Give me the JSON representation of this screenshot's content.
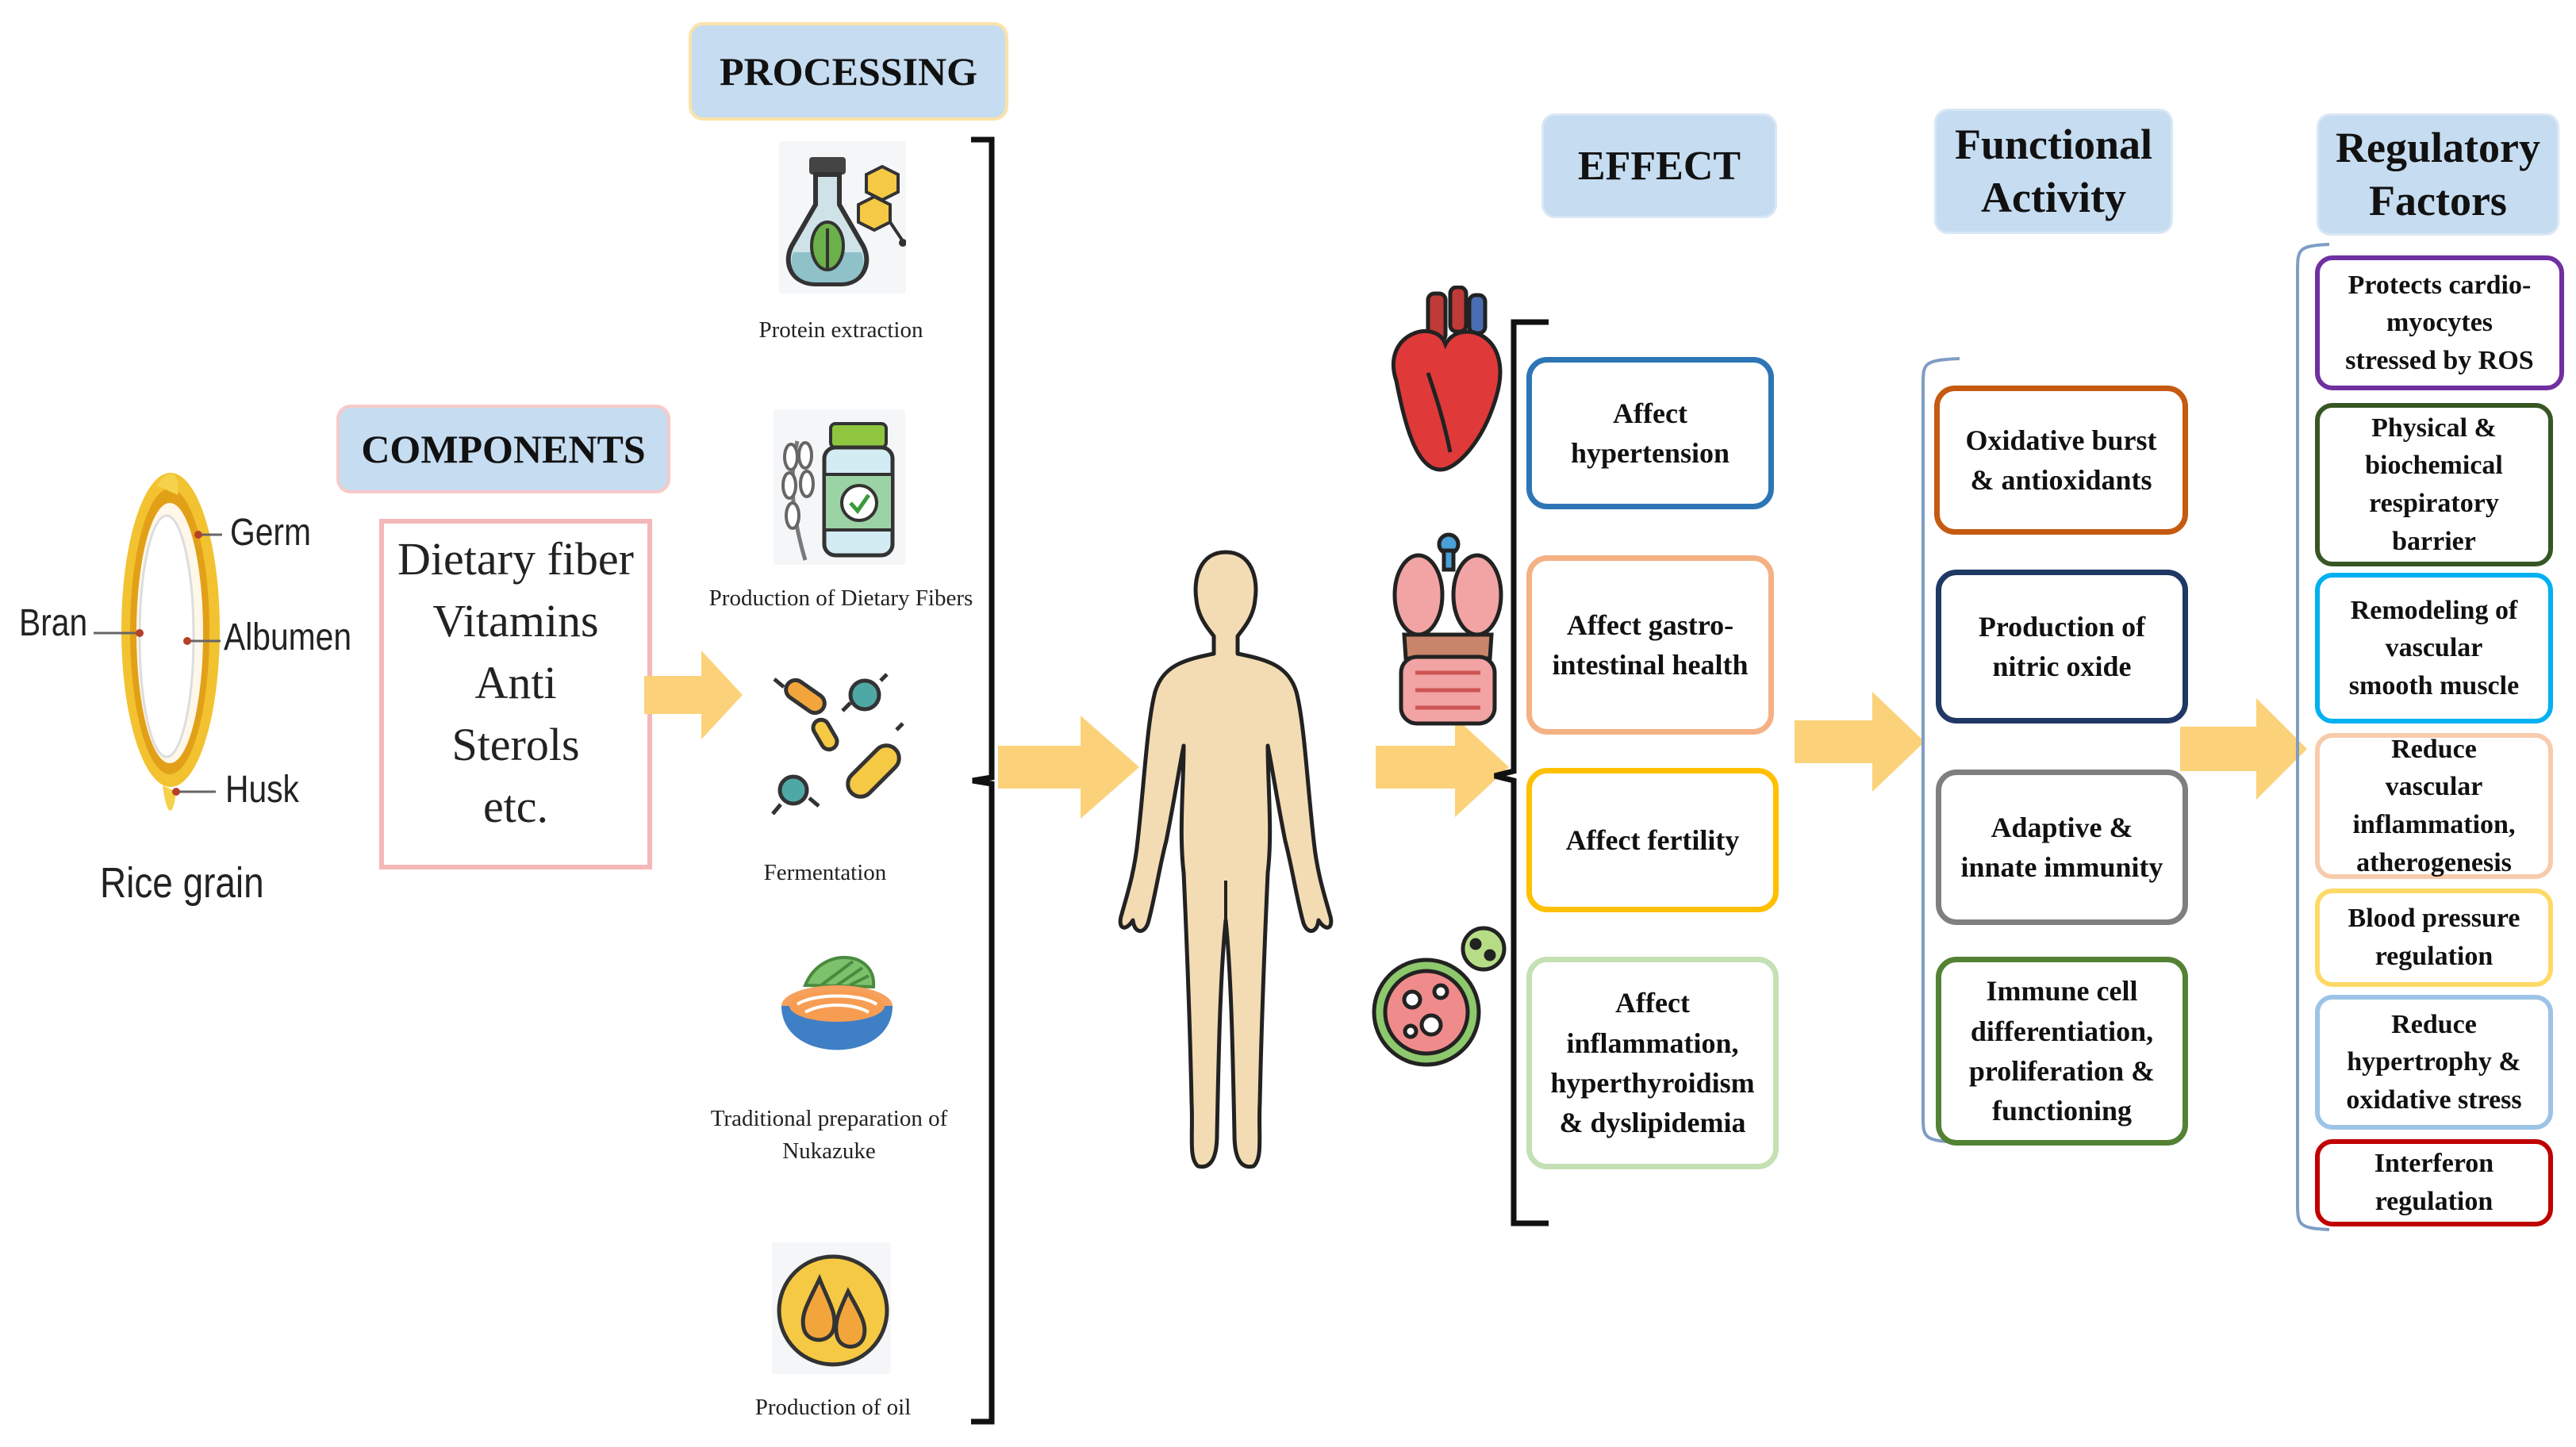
{
  "headers": {
    "processing": "PROCESSING",
    "components": "COMPONENTS",
    "effect": "EFFECT",
    "functional": "Functional\nActivity",
    "regulatory": "Regulatory\nFactors"
  },
  "rice": {
    "title": "Rice grain",
    "labels": {
      "bran": "Bran",
      "germ": "Germ",
      "albumen": "Albumen",
      "husk": "Husk"
    }
  },
  "components": [
    "Dietary fiber",
    "Vitamins",
    "Anti",
    "Sterols",
    "etc."
  ],
  "processing": [
    {
      "label": "Protein extraction",
      "icon": "flask-icon"
    },
    {
      "label": "Production of Dietary Fibers",
      "icon": "fiber-jar-icon"
    },
    {
      "label": "Fermentation",
      "icon": "bacteria-icon"
    },
    {
      "label": "Traditional preparation of\nNukazuke",
      "icon": "food-bowl-icon"
    },
    {
      "label": "Production of oil",
      "icon": "oil-drop-icon"
    }
  ],
  "effects": [
    {
      "text": "Affect\nhypertension",
      "color": "#2e75b6"
    },
    {
      "text": "Affect gastro-\nintestinal health",
      "color": "#f4b183"
    },
    {
      "text": "Affect fertility",
      "color": "#ffc000"
    },
    {
      "text": "Affect\ninflammation,\nhyperthyroidism\n& dyslipidemia",
      "color": "#c5e0b4"
    }
  ],
  "functional": [
    {
      "text": "Oxidative burst\n& antioxidants",
      "color": "#c55a11"
    },
    {
      "text": "Production of\nnitric oxide",
      "color": "#1f3864"
    },
    {
      "text": "Adaptive &\ninnate immunity",
      "color": "#7f7f7f"
    },
    {
      "text": "Immune cell\ndifferentiation,\nproliferation &\nfunctioning",
      "color": "#548235"
    }
  ],
  "regulatory": [
    {
      "text": "Protects cardio-\nmyocytes\nstressed by ROS",
      "color": "#7030a0"
    },
    {
      "text": "Physical &\nbiochemical\nrespiratory\nbarrier",
      "color": "#375623"
    },
    {
      "text": "Remodeling of\nvascular\nsmooth muscle",
      "color": "#00b0f0"
    },
    {
      "text": "Reduce\nvascular\ninflammation,\natherogenesis",
      "color": "#f8cbad"
    },
    {
      "text": "Blood pressure\nregulation",
      "color": "#ffd966"
    },
    {
      "text": "Reduce\nhypertrophy &\noxidative stress",
      "color": "#9dc3e6"
    },
    {
      "text": "Interferon\nregulation",
      "color": "#c00000"
    }
  ],
  "organ_icons": [
    "heart-icon",
    "digestive-organs-icon",
    "immune-cell-icon"
  ],
  "colors": {
    "header_bg": "#c6dcf0",
    "arrow": "#fbd27a",
    "components_border": "#f4b8b8"
  }
}
